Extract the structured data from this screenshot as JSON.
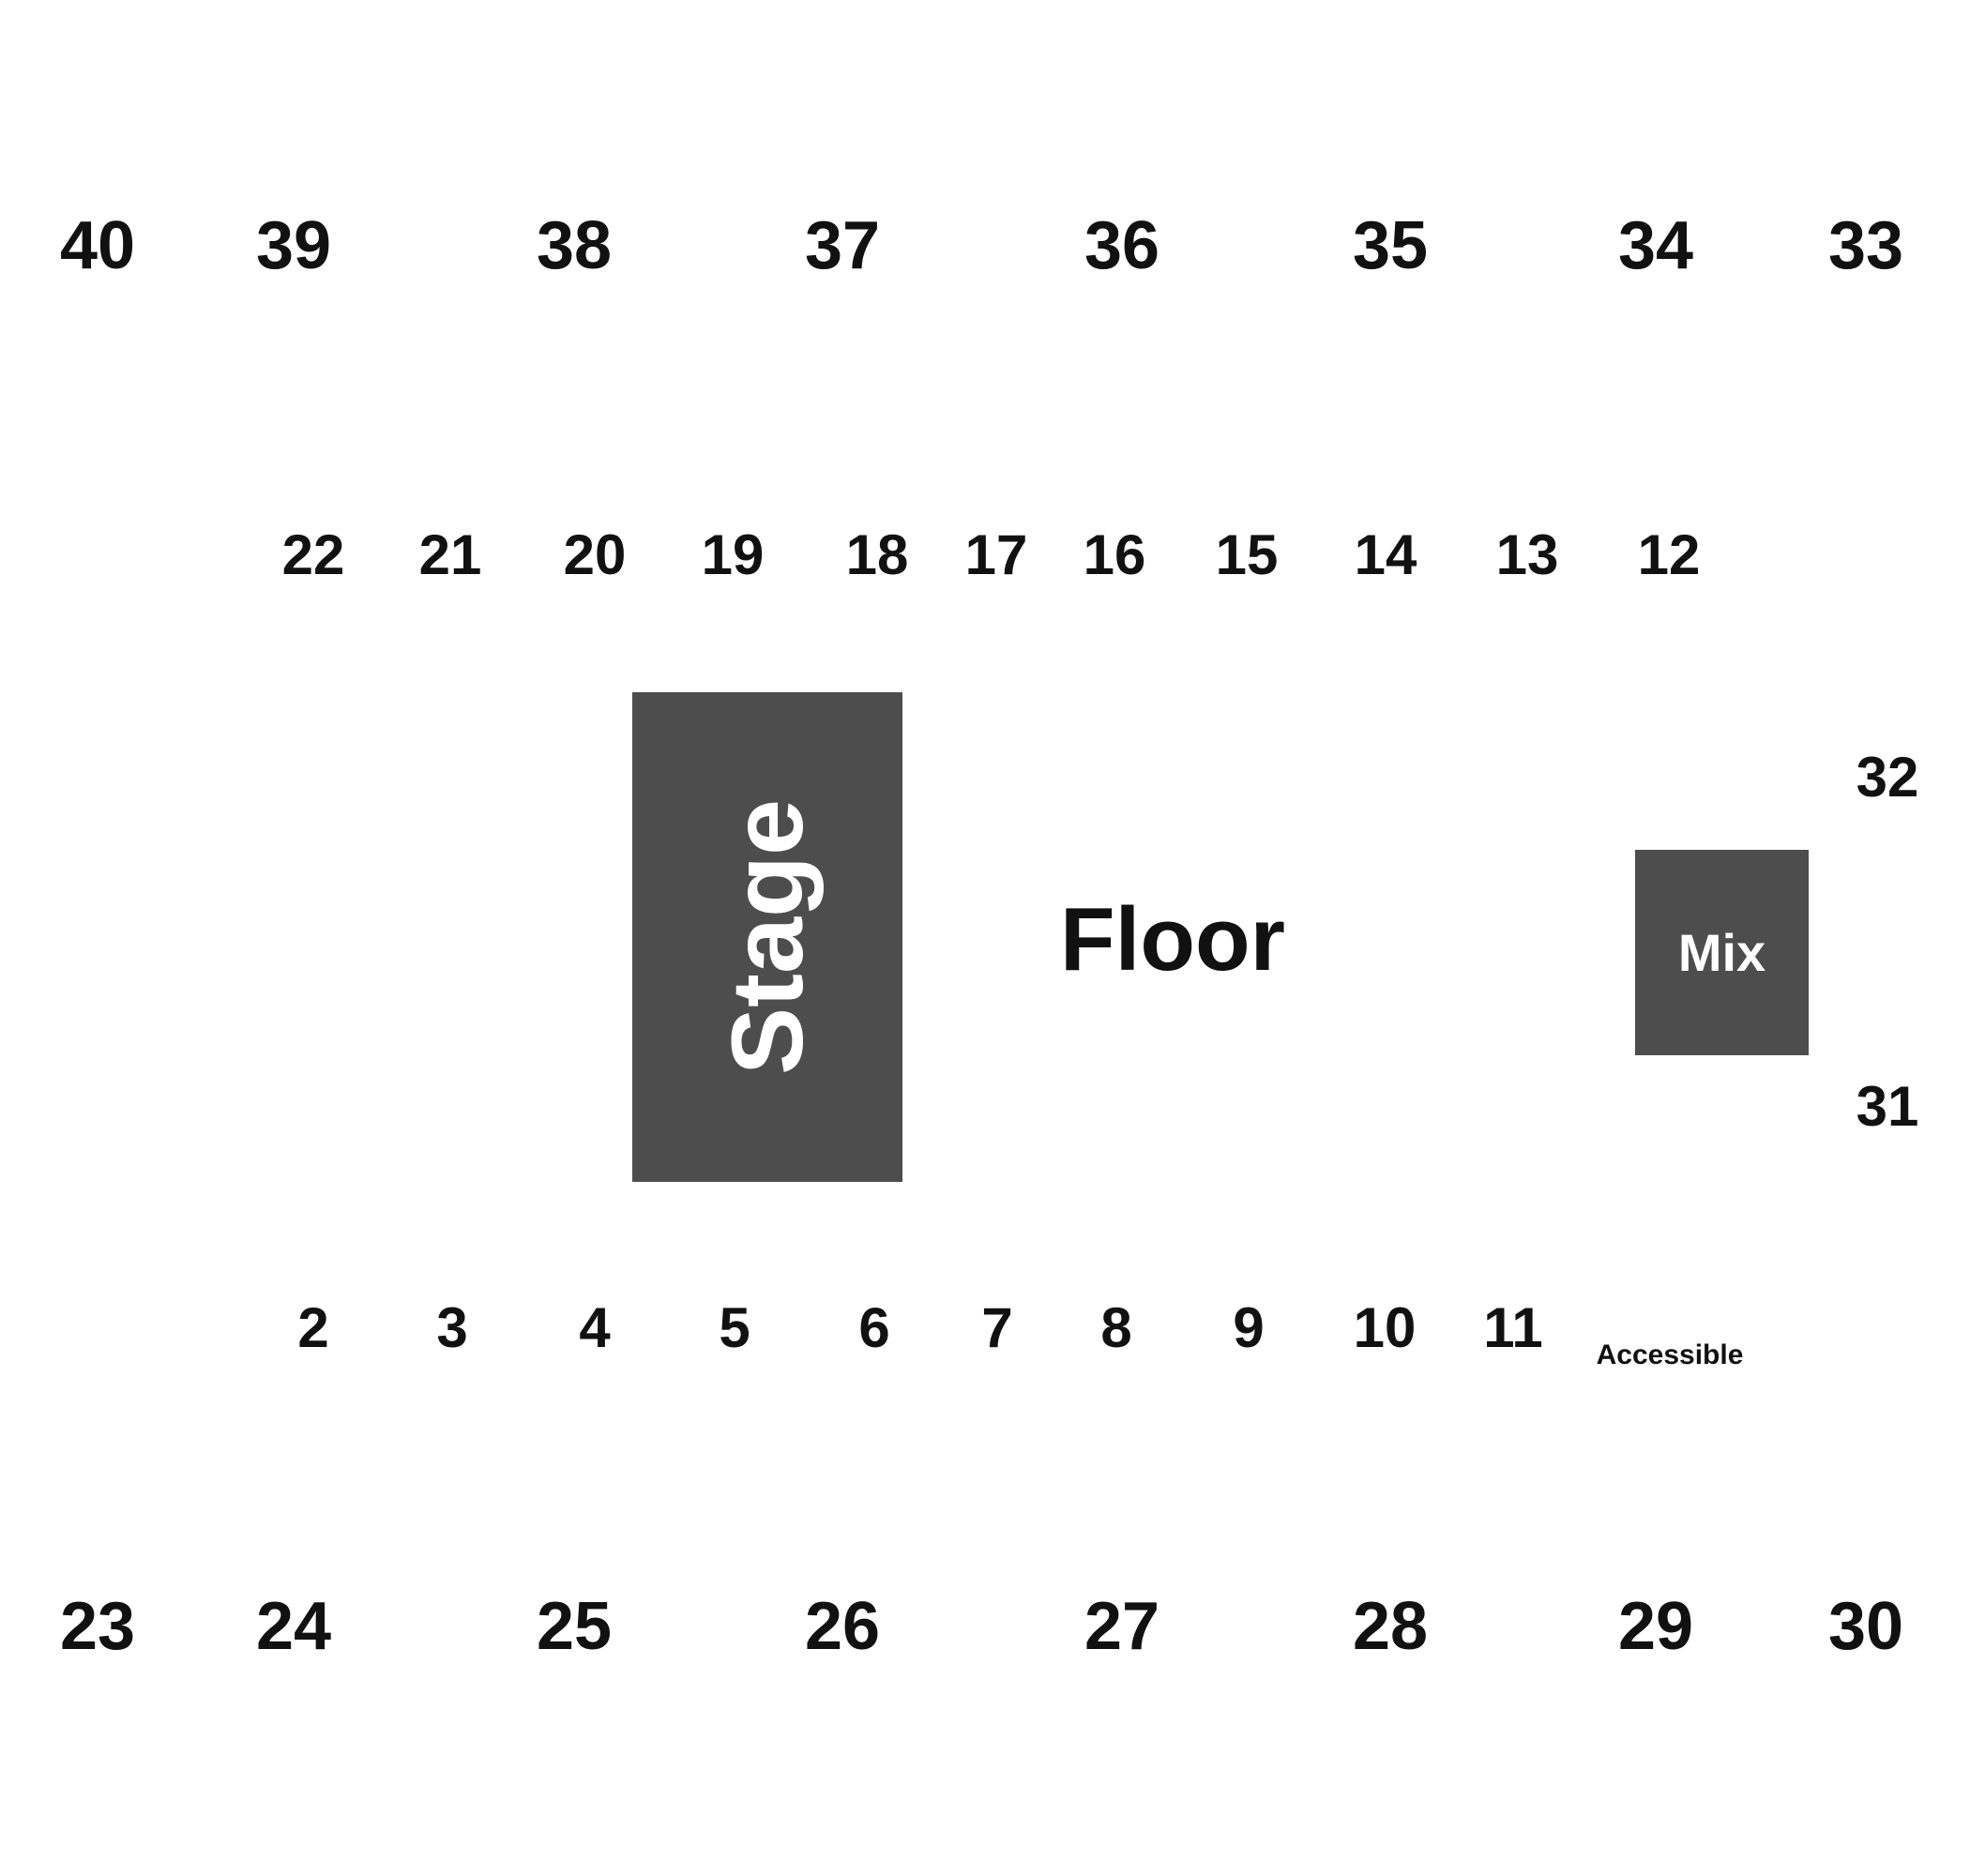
{
  "venue": {
    "stage": {
      "label": "Stage",
      "color": "#4d4d4d"
    },
    "floor": {
      "label": "Floor"
    },
    "mix": {
      "label": "Mix",
      "color": "#4d4d4d"
    },
    "accessible": {
      "label": "Accessible"
    }
  },
  "sections": {
    "upper_top": [
      "40",
      "39",
      "38",
      "37",
      "36",
      "35",
      "34",
      "33"
    ],
    "lower_top": [
      "22",
      "21",
      "20",
      "19",
      "18",
      "17",
      "16",
      "15",
      "14",
      "13",
      "12"
    ],
    "right_side": [
      "32",
      "31"
    ],
    "lower_bottom": [
      "2",
      "3",
      "4",
      "5",
      "6",
      "7",
      "8",
      "9",
      "10",
      "11"
    ],
    "upper_bottom": [
      "23",
      "24",
      "25",
      "26",
      "27",
      "28",
      "29",
      "30"
    ]
  },
  "colors": {
    "background": "#ffffff",
    "label_text": "#111111",
    "block_fill": "#4d4d4d"
  }
}
